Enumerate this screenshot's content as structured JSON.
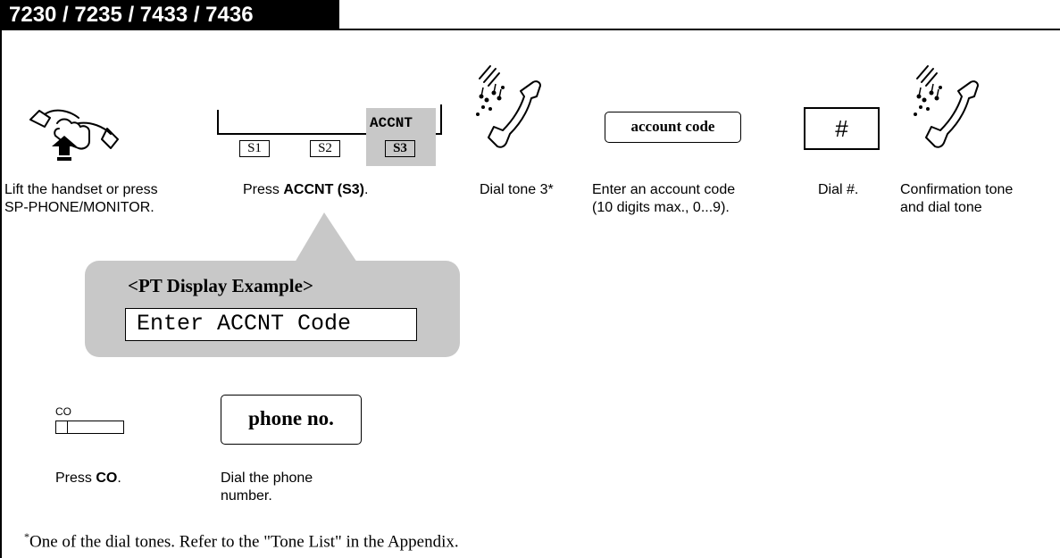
{
  "header": {
    "models": "7230 / 7235 / 7433 / 7436"
  },
  "steps": {
    "lift": {
      "caption_line1": "Lift the handset or press",
      "caption_line2": "SP-PHONE/MONITOR.",
      "icon": "hand-lifting-handset-icon"
    },
    "press_accnt": {
      "softkey_header": "ACCNT",
      "softkeys": [
        "S1",
        "S2",
        "S3"
      ],
      "caption_prefix": "Press ",
      "caption_bold": "ACCNT (S3)",
      "caption_suffix": "."
    },
    "dial_tone": {
      "caption": "Dial tone 3*",
      "icon": "ringing-handset-icon"
    },
    "account_code": {
      "key_label": "account code",
      "caption_line1": "Enter an account code",
      "caption_line2": "(10 digits max., 0...9)."
    },
    "dial_hash": {
      "key_label": "#",
      "caption": "Dial #."
    },
    "confirmation": {
      "caption_line1": "Confirmation tone",
      "caption_line2": "and dial tone",
      "icon": "ringing-handset-icon"
    }
  },
  "display_example": {
    "title": "<PT Display Example>",
    "lcd_text": "Enter ACCNT Code"
  },
  "lower_steps": {
    "co": {
      "key_label": "CO",
      "caption_prefix": "Press ",
      "caption_bold": "CO",
      "caption_suffix": "."
    },
    "phone_no": {
      "key_label": "phone no.",
      "caption_line1": "Dial the phone",
      "caption_line2": "number."
    }
  },
  "footnote": {
    "marker": "*",
    "text": "One of the dial tones. Refer to the \"Tone List\" in the Appendix."
  }
}
